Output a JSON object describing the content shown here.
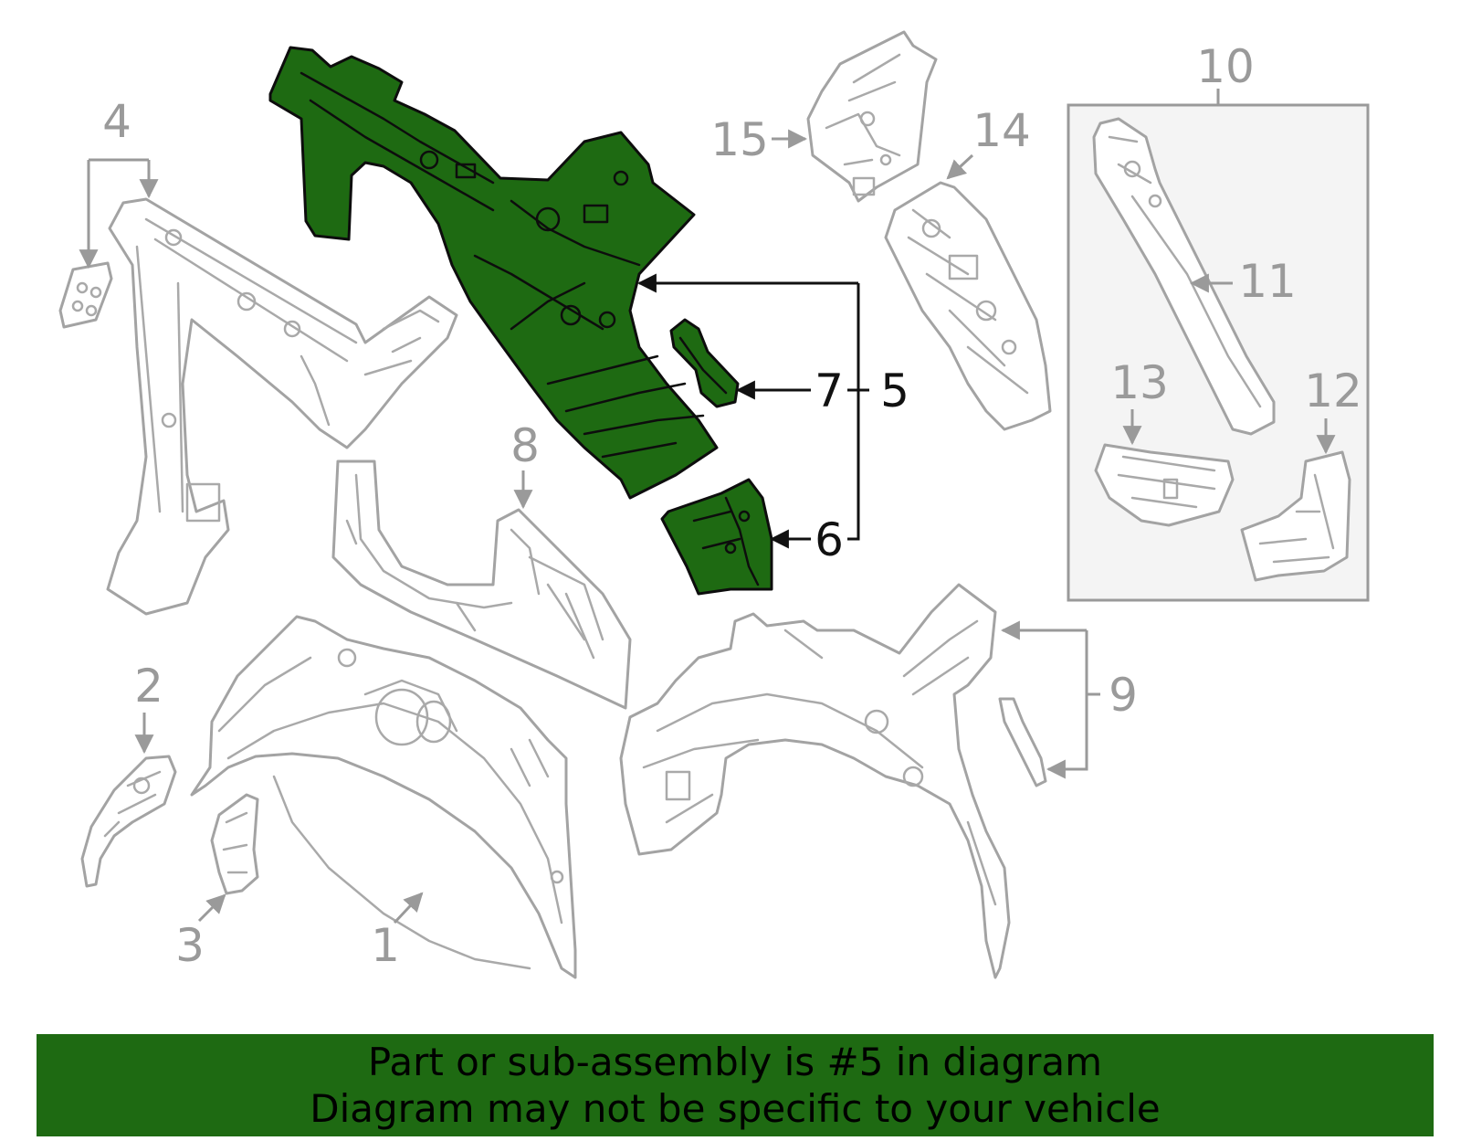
{
  "diagram": {
    "highlight_color": "#1e6a12",
    "outline_color": "#a3a3a3",
    "selected_part": "5",
    "callouts": [
      "1",
      "2",
      "3",
      "4",
      "5",
      "6",
      "7",
      "8",
      "9",
      "10",
      "11",
      "12",
      "13",
      "14",
      "15"
    ]
  },
  "banner": {
    "line1": "Part or sub-assembly is #5 in diagram",
    "line2": "Diagram may not be specific to your vehicle"
  }
}
